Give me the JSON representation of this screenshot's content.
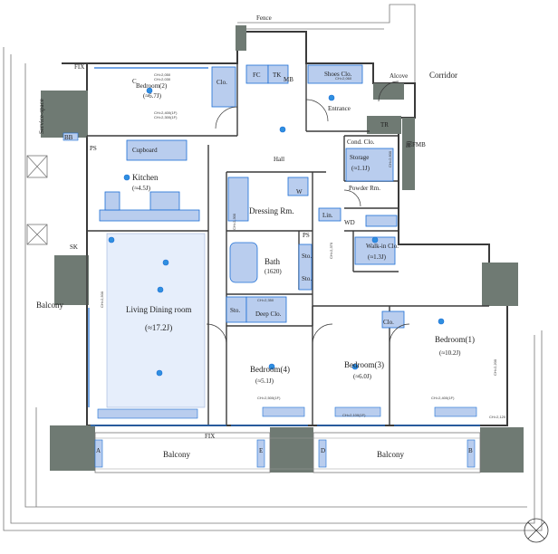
{
  "colors": {
    "wall": "#6f7a73",
    "line": "#3a3a3a",
    "accent": "#1d6fd6",
    "fixture_fill": "#b9cdee",
    "ldk_fill": "#e6eefb",
    "mark_fill": "#2f8fe0",
    "balcony_line": "#777777"
  },
  "labels": {
    "fence": "Fence",
    "service_space": "Service-space",
    "corridor": "Corridor",
    "alcove": "Alcove",
    "mb": "MB",
    "fc": "FC",
    "tk": "TK",
    "bedroom2": "Bedroom(2)",
    "bedroom2_size": "(≈6.7J)",
    "clo": "Clo.",
    "entrance": "Entrance",
    "shoes_clo": "Shoes Clo.",
    "tr": "TR",
    "mb_right": "廊FMB",
    "hall": "Hall",
    "cupboard": "Cupboard",
    "kitchen": "Kitchen",
    "kitchen_size": "(≈4.5J)",
    "cond_clo": "Cond. Clo.",
    "storage": "Storage",
    "storage_size": "(≈1.1J)",
    "powder_rm": "Powder Rm.",
    "dressing_rm": "Dressing Rm.",
    "w": "W",
    "lin": "Lin.",
    "ps": "PS",
    "wd": "WD",
    "walkin_clo": "Walk-in Clo.",
    "walkin_size": "(≈1.3J)",
    "bath": "Bath",
    "bath_size": "(1620)",
    "sto": "Sto.",
    "sk": "SK",
    "balcony_left": "Balcony",
    "ldr": "Living Dining room",
    "ldr_size": "(≈17.2J)",
    "deep_clo": "Deep Clo.",
    "bedroom4": "Bedroom(4)",
    "bedroom4_size": "(≈5.1J)",
    "bedroom3": "Bedroom(3)",
    "bedroom3_size": "(≈6.0J)",
    "bedroom1": "Bedroom(1)",
    "bedroom1_size": "(≈10.2J)",
    "balcony_bottom_left": "Balcony",
    "balcony_bottom_right": "Balcony",
    "fix": "FIX",
    "fix_top": "FIX",
    "ps_kitchen": "PS",
    "bb": "BB",
    "ch_note_a": "CH=2,350",
    "ch_note_b": "CH=2,400(1F)",
    "ch_note_c": "CH=2,100(1F)",
    "ch_note_d": "CH=2,500",
    "ch_note_e": "CH=2,300(1F)",
    "ch_note_f": "CH=2,600",
    "ch_note_g": "CH=2,060",
    "ch_note_h": "CH=2,200",
    "ch_note_i": "CH=2,120",
    "ch_note_j": "CH=2,300",
    "ch_note_k": "CH=2,050",
    "ch_note_l": "CH=2,030",
    "ch_note_m": "CH=2,370",
    "ch_note_n": "CH=2,500(1F)",
    "letter_a": "A",
    "letter_b": "B",
    "letter_c": "C",
    "letter_d": "D",
    "letter_e": "E"
  }
}
